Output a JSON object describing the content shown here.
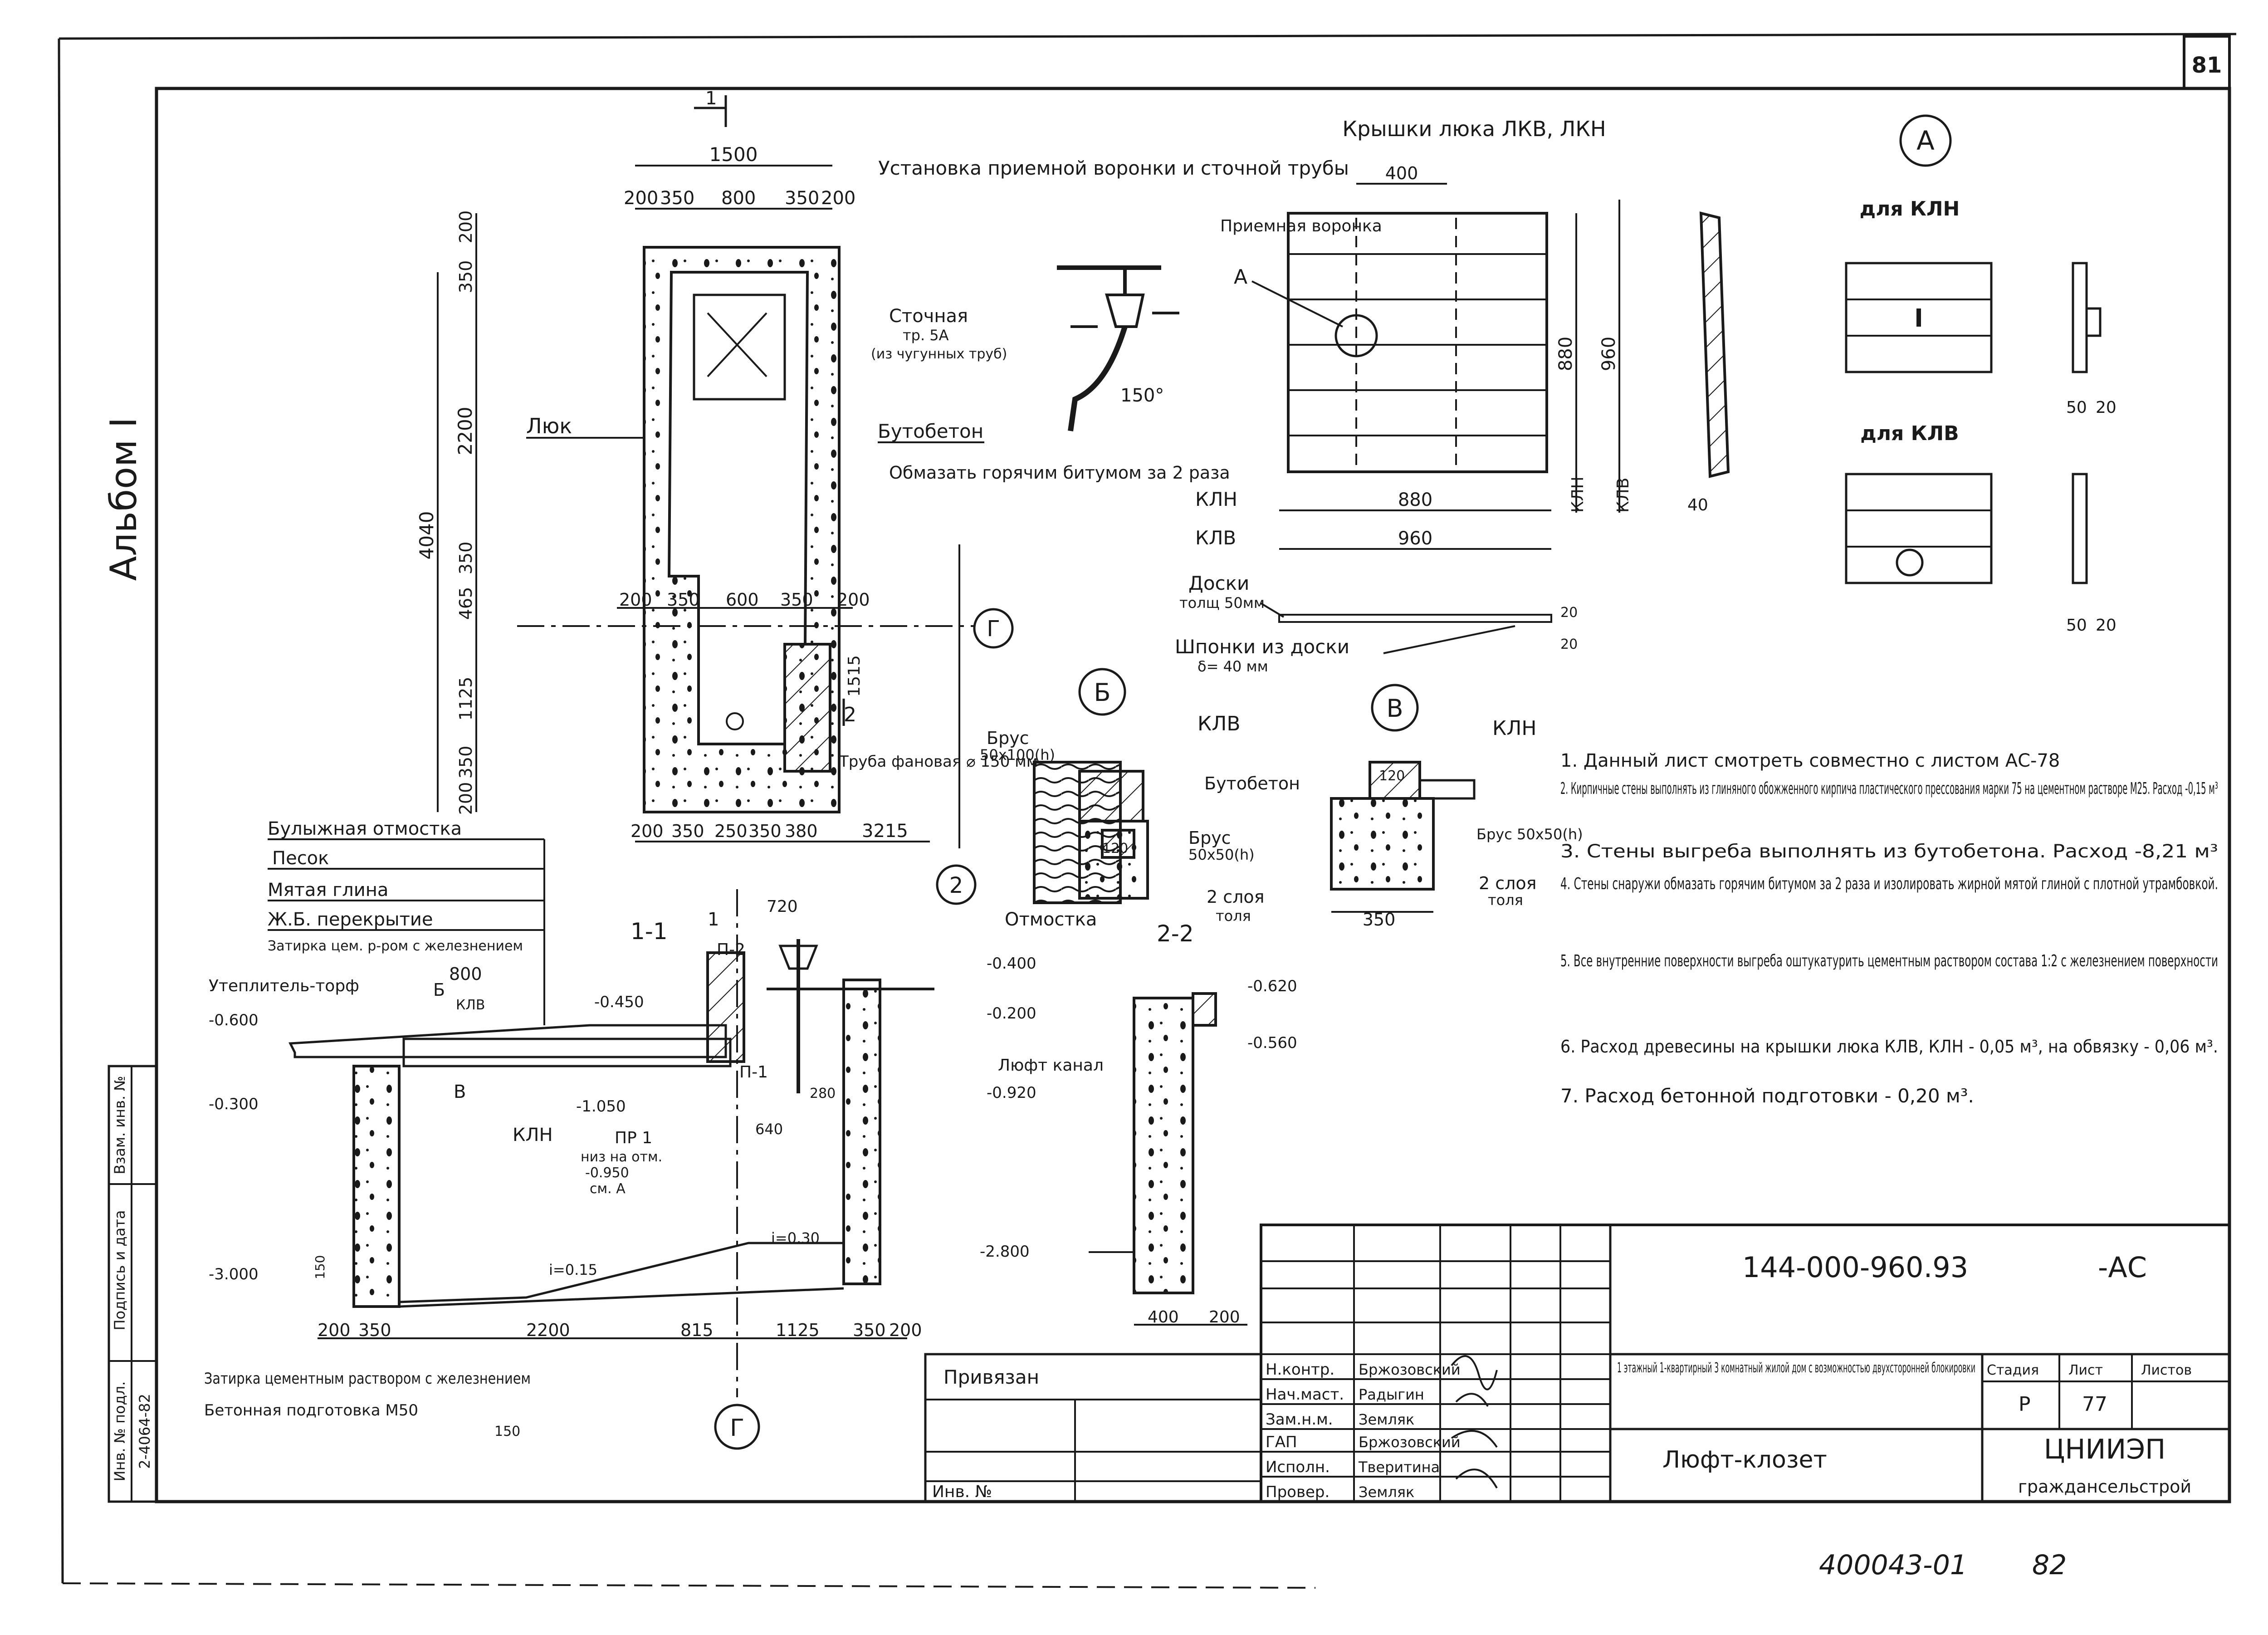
{
  "sheet": {
    "number_top": "81",
    "album": "Альбом I",
    "footer_code": "400043-01",
    "footer_page": "82"
  },
  "plan": {
    "section_mark": "1",
    "axis_g": "Г",
    "axis_2": "2",
    "dim_total_w": "1500",
    "dims_top": [
      "200",
      "350",
      "800",
      "350",
      "200"
    ],
    "dims_left": [
      "200",
      "350",
      "2200",
      "350",
      "465",
      "1125",
      "350",
      "200"
    ],
    "dim_total_h": "4040",
    "mid_dims": [
      "200",
      "350",
      "600",
      "350",
      "200"
    ],
    "bottom_dims": [
      "200",
      "350",
      "250",
      "350",
      "380"
    ],
    "dim_3215": "3215",
    "dim_1515": "1515",
    "mark_2": "2",
    "label_hatch": "Люк",
    "label_butobeton": "Бутобетон",
    "label_bitumen": "Обмазать горячим битумом за 2 раза",
    "label_pipe": "Труба фановая ⌀ 150 мм",
    "label_g_small": "Г"
  },
  "funnel": {
    "title": "Установка приемной воронки и сточной трубы",
    "label_funnel": "Приемная воронка",
    "label_pipe1": "Сточная",
    "label_pipe2": "тр. 5А",
    "label_pipe3": "(из чугунных труб)",
    "angle": "150°"
  },
  "lids": {
    "title": "Крышки люка ЛКВ, ЛКН",
    "mark_a": "А",
    "dim_400": "400",
    "dim_880v": "880",
    "dim_960v": "960",
    "kln": "КЛН",
    "klv": "КЛВ",
    "dim_880": "880",
    "dim_960": "960",
    "dim_40": "40",
    "boards": "Доски",
    "boards_t": "толщ 50мм",
    "keys": "Шпонки из доски",
    "keys_t": "δ= 40 мм",
    "d20a": "20",
    "d20b": "20"
  },
  "detail_a": {
    "mark": "А",
    "for_kln": "для КЛН",
    "for_klv": "для КЛВ",
    "d50a": "50",
    "d20a": "20",
    "d50b": "50",
    "d20b": "20"
  },
  "node_b": {
    "mark": "Б",
    "klv": "КЛВ",
    "brus1": "Брус",
    "brus1_s": "50x100(h)",
    "butobeton": "Бутобетон",
    "brus2": "Брус",
    "brus2_s": "50x50(h)",
    "d120": "120",
    "ruberoid": "2 слоя",
    "ruberoid2": "толя",
    "otmostka": "Отмостка"
  },
  "node_v": {
    "mark": "В",
    "kln": "КЛН",
    "d120": "120",
    "brus": "Брус 50х50(h)",
    "ruberoid": "2 слоя",
    "ruberoid2": "толя",
    "d350": "350"
  },
  "section11": {
    "title": "1-1",
    "layers": [
      "Булыжная отмостка",
      "Песок",
      "Мятая глина",
      "Ж.Б. перекрытие",
      "Затирка цем. р-ром с железнением"
    ],
    "d800": "800",
    "insul": "Утеплитель-торф",
    "l_b": "Б",
    "l_klv": "КЛВ",
    "l_v": "В",
    "l_kln": "КЛН",
    "lev_0600": "-0.600",
    "lev_0300": "-0.300",
    "lev_0450": "-0.450",
    "lev_1050": "-1.050",
    "lev_3000": "-3.000",
    "lev_0400": "-0.400",
    "lev_0200": "-0.200",
    "lev_0920": "-0.920",
    "lev_2800": "-2.800",
    "d720": "720",
    "p2": "П-2",
    "p1": "П-1",
    "d280": "280",
    "d640": "640",
    "pr1": "ПР 1",
    "pr1_b": "низ на отм.",
    "pr1_c": "-0.950",
    "pr1_d": "см. А",
    "i015": "i=0.15",
    "i030": "i=0.30",
    "d150": "150",
    "bottom_dims": [
      "200",
      "350",
      "2200",
      "815",
      "1125",
      "350",
      "200"
    ],
    "luft": "Люфт канал",
    "zatirka": "Затирка цементным раствором с железнением",
    "beton": "Бетонная подготовка М50",
    "beton_d": "150",
    "axis_g": "Г",
    "axis_1": "1"
  },
  "section22": {
    "title": "2-2",
    "lev_0620": "-0.620",
    "lev_0560": "-0.560",
    "d400": "400",
    "d200": "200"
  },
  "notes": [
    "1. Данный лист смотреть совместно с листом АС-78",
    "2. Кирпичные стены выполнять из глиняного обожженного кирпича пластического прессования марки 75 на цементном растворе М25. Расход -0,15 м³",
    "3. Стены выгреба выполнять из бутобетона. Расход -8,21 м³",
    "4. Стены снаружи обмазать горячим битумом за 2 раза и изолировать жирной мятой глиной с плотной утрамбовкой.",
    "5. Все внутренние поверхности выгреба оштукатурить цементным раствором состава 1:2 с железнением поверхности",
    "6. Расход древесины на крышки люка КЛВ, КЛН - 0,05 м³, на обвязку - 0,06 м³.",
    "7. Расход бетонной подготовки - 0,20 м³."
  ],
  "stamp": {
    "code": "144-000-960.93",
    "suffix": "-АС",
    "project": "1 этажный 1-квартирный 3 комнатный жилой дом с возможностью двухсторонней блокировки",
    "stage_h": "Стадия",
    "sheet_h": "Лист",
    "sheets_h": "Листов",
    "stage": "Р",
    "sheet": "77",
    "sheet_name": "Люфт-клозет",
    "org1": "ЦНИИЭП",
    "org2": "граждансельстрой",
    "roles": [
      "Н.контр.",
      "Нач.маст.",
      "Зам.н.м.",
      "ГАП",
      "Исполн.",
      "Провер."
    ],
    "names": [
      "Бржозовский",
      "Радыгин",
      "Земляк",
      "Бржозовский",
      "Тверитина",
      "Земляк"
    ],
    "privyazan": "Привязан",
    "inv": "Инв. №"
  },
  "side_stamp": {
    "col1": "Инв. № подл.",
    "col2": "Подпись и дата",
    "col3": "Взам. инв. №",
    "inv_no": "2-4064-82"
  }
}
